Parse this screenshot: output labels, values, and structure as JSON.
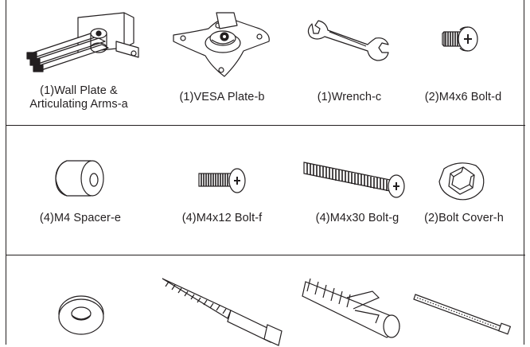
{
  "parts": [
    {
      "id": "a",
      "lines": [
        "(1)Wall Plate &",
        "Articulating Arms-a"
      ],
      "icon": "wall-plate-arms-icon"
    },
    {
      "id": "b",
      "lines": [
        "(1)VESA Plate-b"
      ],
      "icon": "vesa-plate-icon"
    },
    {
      "id": "c",
      "lines": [
        "(1)Wrench-c"
      ],
      "icon": "wrench-icon"
    },
    {
      "id": "d",
      "lines": [
        "(2)M4x6 Bolt-d"
      ],
      "icon": "short-bolt-icon"
    },
    {
      "id": "e",
      "lines": [
        "(4)M4 Spacer-e"
      ],
      "icon": "spacer-icon"
    },
    {
      "id": "f",
      "lines": [
        "(4)M4x12 Bolt-f"
      ],
      "icon": "medium-bolt-icon"
    },
    {
      "id": "g",
      "lines": [
        "(4)M4x30 Bolt-g"
      ],
      "icon": "long-bolt-icon"
    },
    {
      "id": "h",
      "lines": [
        "(2)Bolt Cover-h"
      ],
      "icon": "bolt-cover-icon"
    }
  ],
  "bottom_row_icons": [
    "washer-icon",
    "lag-screw-icon",
    "wall-anchor-icon",
    "cable-tie-icon"
  ]
}
